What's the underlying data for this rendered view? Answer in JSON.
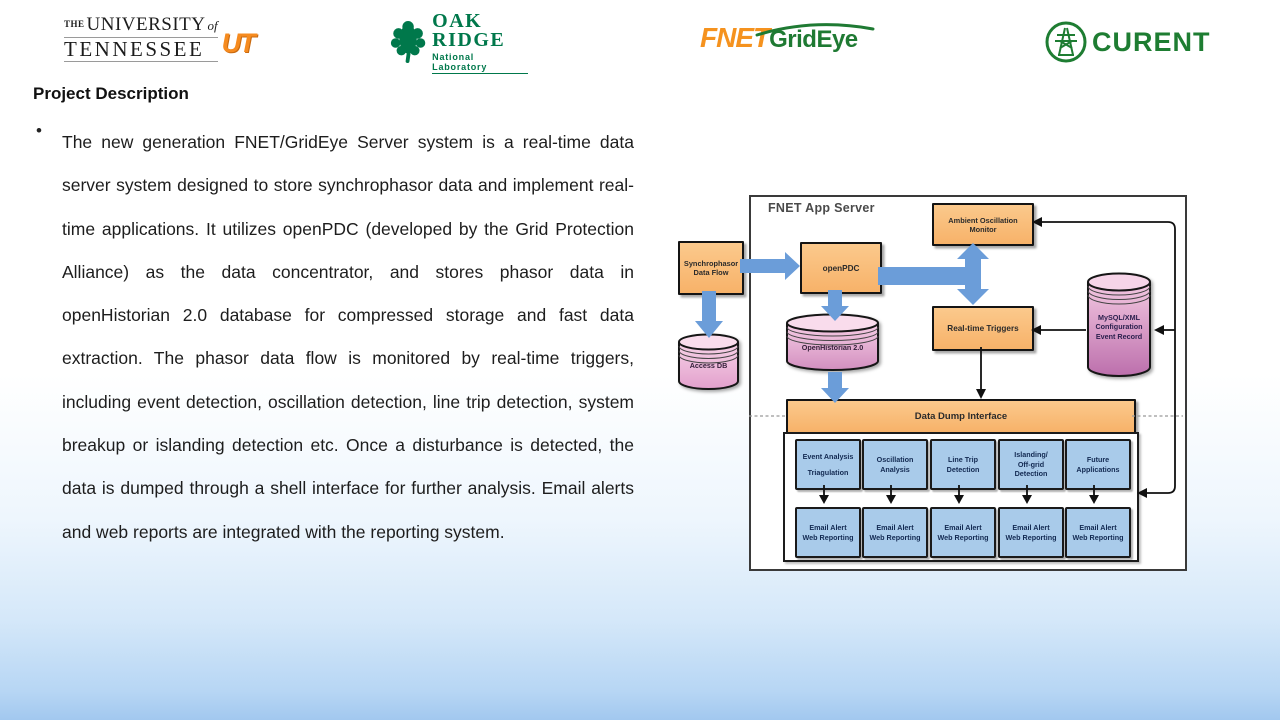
{
  "slide": {
    "heading": "Project Description",
    "bullet_glyph": "•",
    "bullet_text": "The new generation FNET/GridEye Server system is a real-time data server system designed to store synchrophasor data and implement real-time applications. It utilizes openPDC (developed by the Grid Protection Alliance) as the data concentrator, and stores phasor data in openHistorian 2.0 database for compressed storage and fast data extraction. The phasor data flow is monitored by real-time triggers, including event detection, oscillation detection, line trip detection, system breakup or islanding detection etc. Once a disturbance is detected, the data is dumped through a shell interface for further analysis. Email alerts and web reports are integrated with the reporting system."
  },
  "logos": {
    "ut": {
      "the": "THE",
      "university": "UNIVERSITY",
      "of": "of",
      "tennessee": "TENNESSEE",
      "monogram": "UT",
      "orange": "#F68B1F"
    },
    "ornl": {
      "line1": "OAK",
      "line2": "RIDGE",
      "subtitle": "National Laboratory",
      "green": "#00784B"
    },
    "fnet": {
      "fnet": "FNET",
      "grideye": "GridEye",
      "orange": "#F5921E",
      "green": "#1F7A33"
    },
    "curent": {
      "name": "CURENT",
      "green": "#1E7D32"
    }
  },
  "diagram": {
    "server_label": "FNET App Server",
    "nodes": {
      "synchrophasor_data_flow": "Synchrophasor\nData Flow",
      "openpdc": "openPDC",
      "ambient_oscillation_monitor": "Ambient Oscillation\nMonitor",
      "real_time_triggers": "Real-time Triggers",
      "access_db": "Access DB",
      "openhistorian": "OpenHistorian 2.0",
      "mysql_record": "MySQL/XML\nConfiguration\nEvent Record",
      "data_dump_interface": "Data Dump Interface"
    },
    "analysis_modules": [
      "Event Analysis\nTriagulation",
      "Oscillation\nAnalysis",
      "Line Trip\nDetection",
      "Islanding/\nOff-grid\nDetection",
      "Future\nApplications"
    ],
    "report_modules": [
      "Email Alert\nWeb Reporting",
      "Email Alert\nWeb Reporting",
      "Email Alert\nWeb Reporting",
      "Email Alert\nWeb Reporting",
      "Email Alert\nWeb Reporting"
    ],
    "colors": {
      "orange_box": "#F7B269",
      "blue_arrow": "#6B9DD9",
      "blue_box": "#A9CBEA",
      "cylinder_pink_light": "#F6CBE4",
      "cylinder_pink_dark": "#BC6FAC"
    }
  }
}
